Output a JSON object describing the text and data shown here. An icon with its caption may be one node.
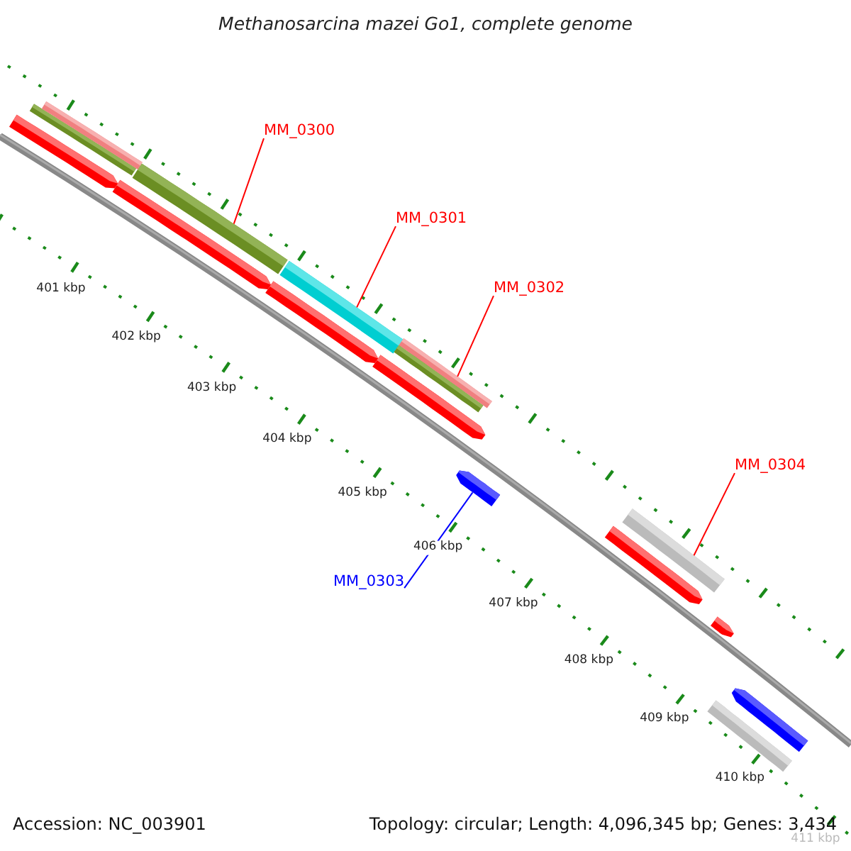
{
  "diagram": {
    "title": "Methanosarcina mazei Go1, complete genome",
    "nodes": [
      {
        "text": [
          "MM_0300"
        ]
      },
      {
        "text": [],
        "shape": "bar"
      },
      {
        "text": [
          "MM_0301"
        ]
      },
      {
        "text": [],
        "shape": "bar"
      },
      {
        "text": [
          "MM_0302"
        ]
      },
      {
        "text": [],
        "shape": "bar"
      },
      {
        "text": [
          "MM_0303"
        ]
      },
      {
        "text": [],
        "shape": "bar"
      },
      {
        "text": [
          "MM_0304"
        ]
      },
      {
        "text": [],
        "shape": "bar"
      },
      {
        "text": [],
        "shape": "bar"
      },
      {
        "text": [],
        "shape": "bar"
      },
      {
        "text": [],
        "shape": "bar"
      },
      {
        "text": [],
        "shape": "bar"
      },
      {
        "text": [],
        "shape": "bar"
      },
      {
        "text": [],
        "shape": "bar"
      },
      {
        "text": [],
        "shape": "bar"
      },
      {
        "text": [],
        "shape": "bar"
      },
      {
        "text": [],
        "shape": "bar"
      },
      {
        "text": [],
        "shape": "bar"
      },
      {
        "text": [],
        "shape": "bar"
      }
    ],
    "edges": [
      {
        "from": 0,
        "to": 1,
        "arrow": "none"
      },
      {
        "from": 2,
        "to": 3,
        "arrow": "none"
      },
      {
        "from": 4,
        "to": 5,
        "arrow": "none"
      },
      {
        "from": 6,
        "to": 7,
        "arrow": "none",
        "color": "#0000ff"
      },
      {
        "from": 8,
        "to": 9,
        "arrow": "none"
      }
    ],
    "labels": [
      "401 kbp",
      "402 kbp",
      "403 kbp",
      "404 kbp",
      "405 kbp",
      "406 kbp",
      "407 kbp",
      "408 kbp",
      "409 kbp",
      "410 kbp",
      "411 kbp",
      "Accession: NC_003901",
      "Topology: circular; Length: 4,096,345 bp; Genes: 3,434"
    ]
  }
}
